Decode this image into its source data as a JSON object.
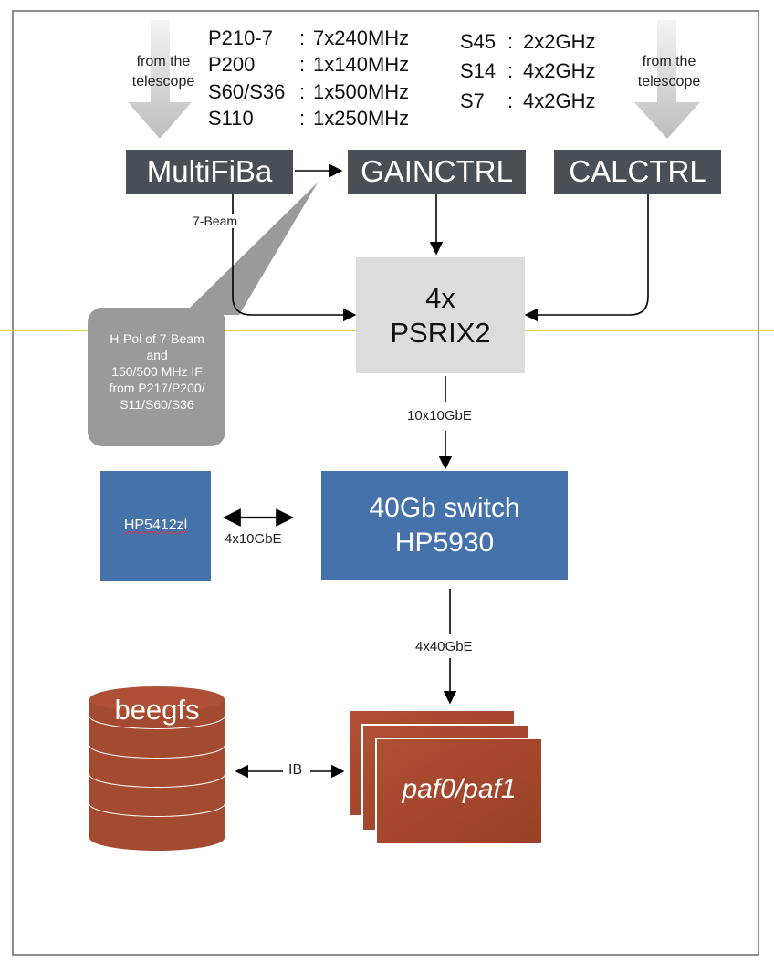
{
  "inputs": {
    "left_source": [
      "from the",
      "telescope"
    ],
    "right_source": [
      "from the",
      "telescope"
    ]
  },
  "receivers_left": [
    {
      "name": "P210-7",
      "sep": ":",
      "band": "7x240MHz"
    },
    {
      "name": "P200",
      "sep": ":",
      "band": "1x140MHz"
    },
    {
      "name": "S60/S36",
      "sep": ":",
      "band": "1x500MHz"
    },
    {
      "name": "S110",
      "sep": ":",
      "band": "1x250MHz"
    }
  ],
  "receivers_right": [
    {
      "name": "S45",
      "sep": ":",
      "band": "2x2GHz"
    },
    {
      "name": "S14",
      "sep": ":",
      "band": "4x2GHz"
    },
    {
      "name": "S7",
      "sep": ":",
      "band": "4x2GHz"
    }
  ],
  "nodes": {
    "multifiba": "MultiFiBa",
    "gainctrl": "GAINCTRL",
    "calctrl": "CALCTRL",
    "psrix_line1": "4x",
    "psrix_line2": "PSRIX2",
    "switch_line1": "40Gb switch",
    "switch_line2": "HP5930",
    "hp5412": "HP5412zl",
    "beegfs": "beegfs",
    "paf": "paf0/paf1"
  },
  "callout": [
    "H-Pol of 7-Beam",
    "and",
    "150/500 MHz IF",
    "from P217/P200/",
    "S11/S60/S36"
  ],
  "links": {
    "seven_beam": "7-Beam",
    "psrix_to_switch": "10x10GbE",
    "hp_to_switch": "4x10GbE",
    "switch_to_paf": "4x40GbE",
    "beegfs_to_paf": "IB"
  },
  "colors": {
    "dark_box": "#4a4f55",
    "psrix_box": "#dcdcdc",
    "switch_blue": "#4672ab",
    "storage_rust": "#a44a30",
    "callout_grey": "#9a9a9a"
  }
}
